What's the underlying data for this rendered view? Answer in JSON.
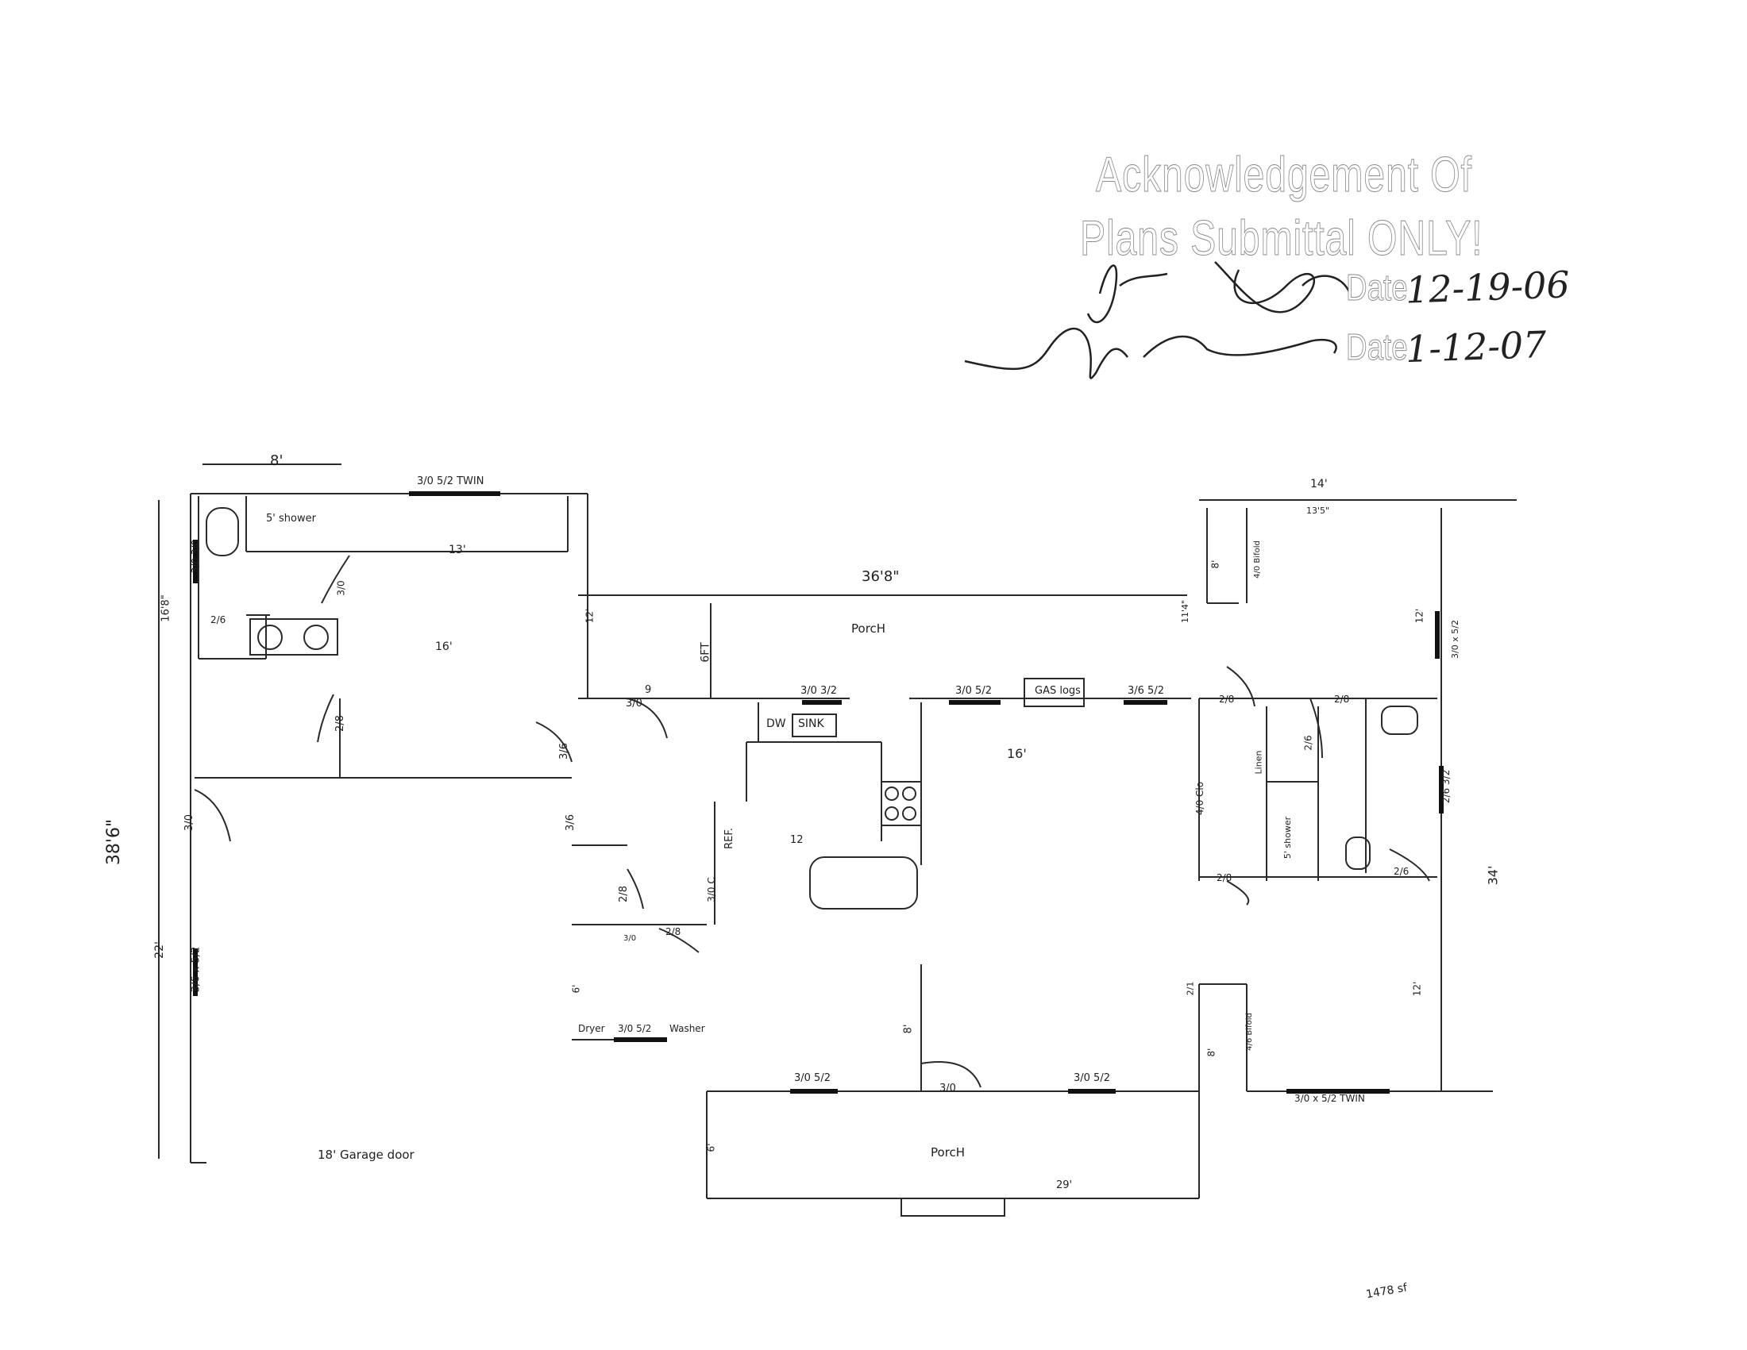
{
  "stamp": {
    "line1": "Acknowledgement Of",
    "line2": "Plans Submittal ONLY!",
    "date_label_1": "Date",
    "date_label_2": "Date",
    "date_value_1": "12-19-06",
    "date_value_2": "1-12-07"
  },
  "signatures": [
    "James ...",
    "..."
  ],
  "labels": {
    "top_8": "8'",
    "twin_top": "3/0 5/2 TWIN",
    "shower_5": "5' shower",
    "dim_13": "13'",
    "dim_168": "16'8\"",
    "win_left_1": "3/0 3/0",
    "door_left_1": "3/0",
    "door_left_2": "2/6",
    "dim_16": "16'",
    "door_28_a": "2/8",
    "door_36_a": "3/6",
    "door_36_b": "3/6",
    "door_30_left": "3/0",
    "dim_386": "38'6\"",
    "dim_22": "22'",
    "win_36x52_left": "3/6 x 5/2",
    "garage_door": "18' Garage door",
    "dim_368": "36'8\"",
    "porch_top": "PorcH",
    "dim_12_top": "12'",
    "dim_6ft": "6FT",
    "dim_9": "9",
    "door_30_kit": "3/0",
    "win_3032": "3/0 3/2",
    "dw": "DW",
    "sink": "SINK",
    "ref": "REF.",
    "dim_12_kit": "12",
    "pantry": "3/0 C",
    "door_28_b": "2/8",
    "door_28_c": "2/8",
    "dim_30_small": "3/0",
    "dryer": "Dryer",
    "win_dryer": "3/0 5/2",
    "washer": "Washer",
    "dim_6_laundry": "6'",
    "win_3052_a": "3/0 5/2",
    "gas_logs": "GAS logs",
    "win_3052_b": "3/6 5/2",
    "dim_16_living": "16'",
    "dim_14": "14'",
    "dim_135": "13'5\"",
    "dim_8_right": "8'",
    "bifold_top": "4/0 Bifold",
    "dim_11_4": "11'4\"",
    "dim_12_right": "12'",
    "win_3052_right": "3/0 x 5/2",
    "door_28_right_a": "2/8",
    "door_28_right_b": "2/8",
    "linen": "Linen",
    "door_26_right": "2/6",
    "closet_40": "4/0 Clo",
    "shower_right": "5' shower",
    "win_2632": "2/6 3/2",
    "door_28_right_c": "2/8",
    "door_26_bath": "2/6",
    "dim_34": "34'",
    "dim_21": "2/1",
    "dim_12_br": "12'",
    "dim_8_br": "8'",
    "bifold_bottom": "4/6 Bifold",
    "win_twin_bottom": "3/0 x 5/2 TWIN",
    "dim_8_hall": "8'",
    "door_30_front": "3/0",
    "win_front_a": "3/0 5/2",
    "win_front_b": "3/0 5/2",
    "porch_bottom": "PorcH",
    "dim_6_porch": "6'",
    "dim_29": "29'",
    "sqft": "1478 sf"
  }
}
